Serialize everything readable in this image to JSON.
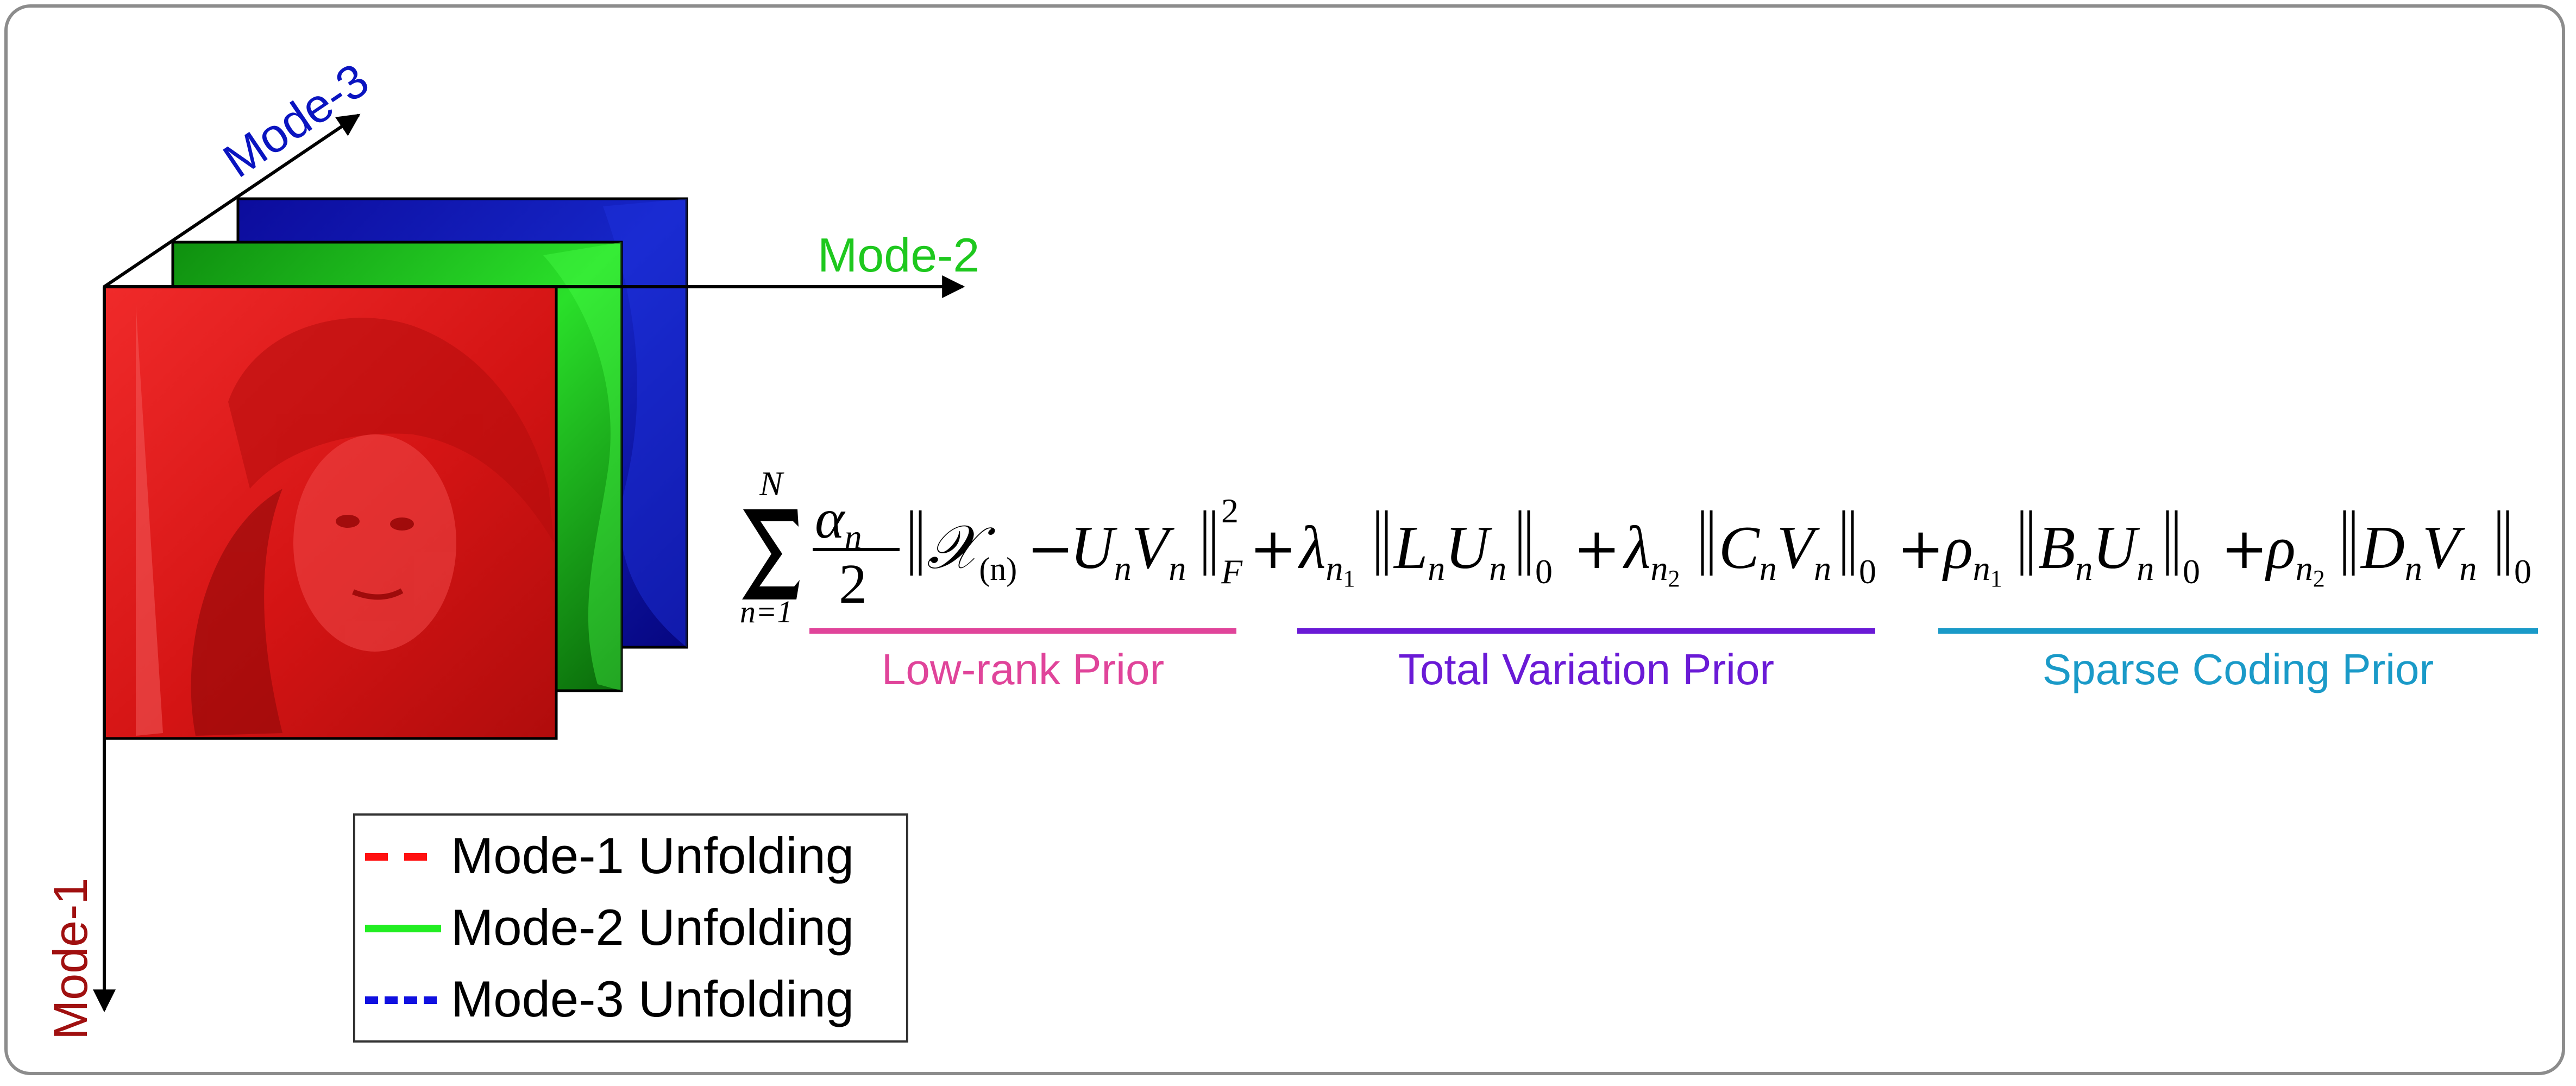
{
  "axes": {
    "mode1": {
      "label": "Mode-1",
      "color": "#a01010"
    },
    "mode2": {
      "label": "Mode-2",
      "color": "#1ec81e"
    },
    "mode3": {
      "label": "Mode-3",
      "color": "#0a14c0"
    }
  },
  "slices": {
    "red": "#e11a1a",
    "green": "#14c814",
    "blue": "#0a0aa8"
  },
  "legend": {
    "items": [
      {
        "label": "Mode-1 Unfolding",
        "color": "#ff1010",
        "style": "dashed"
      },
      {
        "label": "Mode-2 Unfolding",
        "color": "#22ee22",
        "style": "solid"
      },
      {
        "label": "Mode-3 Unfolding",
        "color": "#1010e0",
        "style": "dotted"
      }
    ]
  },
  "equation": {
    "sum_upper": "N",
    "sum_lower": "n=1",
    "frac_num": "α",
    "frac_num_sub": "n",
    "frac_den": "2",
    "x_tensor": "𝒳",
    "x_sub": "(n)",
    "minus": "−",
    "U": "U",
    "V": "V",
    "n": "n",
    "sup2": "2",
    "subF": "F",
    "plus": "+",
    "lambda": "λ",
    "rho": "ρ",
    "n1": "n",
    "one": "1",
    "two": "2",
    "L": "L",
    "C": "C",
    "B": "B",
    "D": "D",
    "zero": "0"
  },
  "priors": [
    {
      "label": "Low-rank Prior",
      "color": "#e0449a"
    },
    {
      "label": "Total Variation Prior",
      "color": "#6a1ad6"
    },
    {
      "label": "Sparse Coding Prior",
      "color": "#1a9ac8"
    }
  ]
}
